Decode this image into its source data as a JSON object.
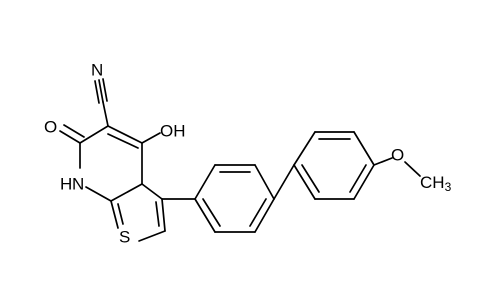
{
  "structure": {
    "labels": {
      "nitrile_nitrogen": "N",
      "hydroxyl": "OH",
      "carbonyl_oxygen": "O",
      "ring_nh": "H",
      "ring_n": "N",
      "sulfur": "S",
      "ether_oxygen": "O",
      "methyl": "CH3"
    }
  }
}
